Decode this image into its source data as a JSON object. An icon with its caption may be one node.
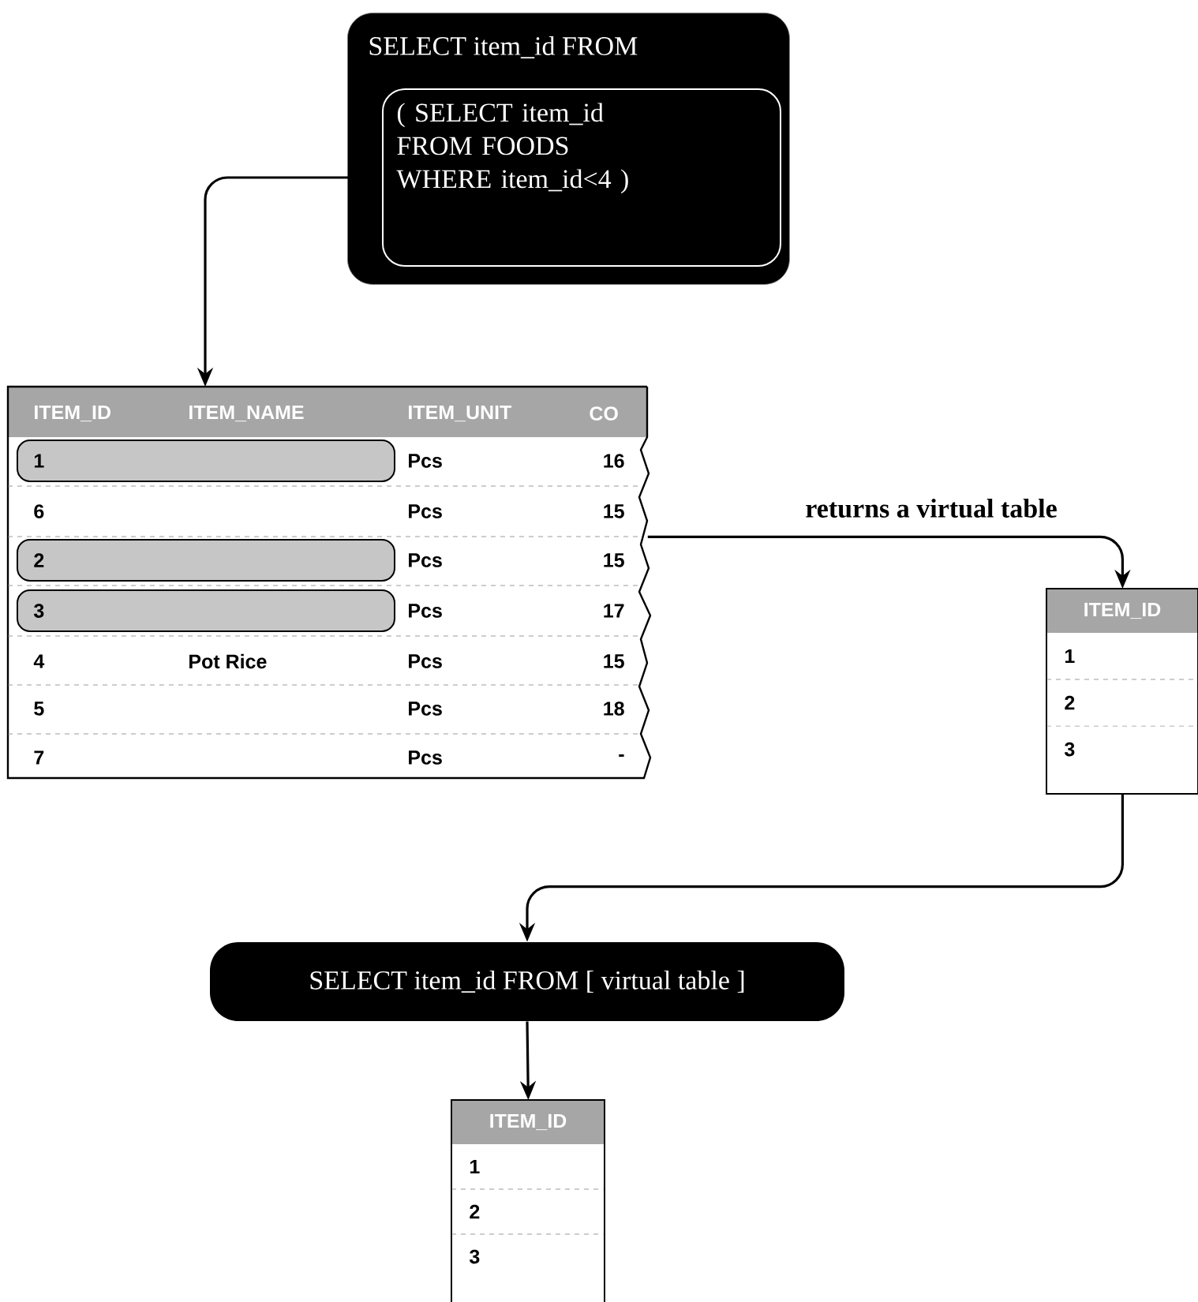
{
  "diagram": {
    "nodes": [
      {
        "text": [
          "SELECT item_id FROM"
        ]
      },
      {
        "text": [
          "( SELECT item_id FROM FOODS WHERE item_id<4 )"
        ],
        "in": 0
      },
      {
        "text": [
          "ITEM_ID",
          "ITEM_NAME",
          "ITEM_UNIT",
          "CO",
          "1",
          "Pcs",
          "16",
          "6",
          "Pcs",
          "15",
          "2",
          "Pcs",
          "15",
          "3",
          "Pcs",
          "17",
          "4",
          "Pot Rice",
          "Pcs",
          "15",
          "5",
          "Pcs",
          "18",
          "7",
          "Pcs",
          "-"
        ]
      },
      {
        "text": [
          "ITEM_ID",
          "1",
          "2",
          "3"
        ]
      },
      {
        "text": [
          "SELECT item_id FROM [ virtual table ]"
        ]
      },
      {
        "text": [
          "ITEM_ID",
          "1",
          "2",
          "3"
        ]
      }
    ],
    "edges": [
      {
        "from": 1,
        "to": 2,
        "arrow": "to"
      },
      {
        "from": 2,
        "to": 3,
        "arrow": "to",
        "label": "returns a virtual table"
      },
      {
        "from": 3,
        "to": 4,
        "arrow": "to"
      },
      {
        "from": 4,
        "to": 5,
        "arrow": "to"
      }
    ]
  }
}
